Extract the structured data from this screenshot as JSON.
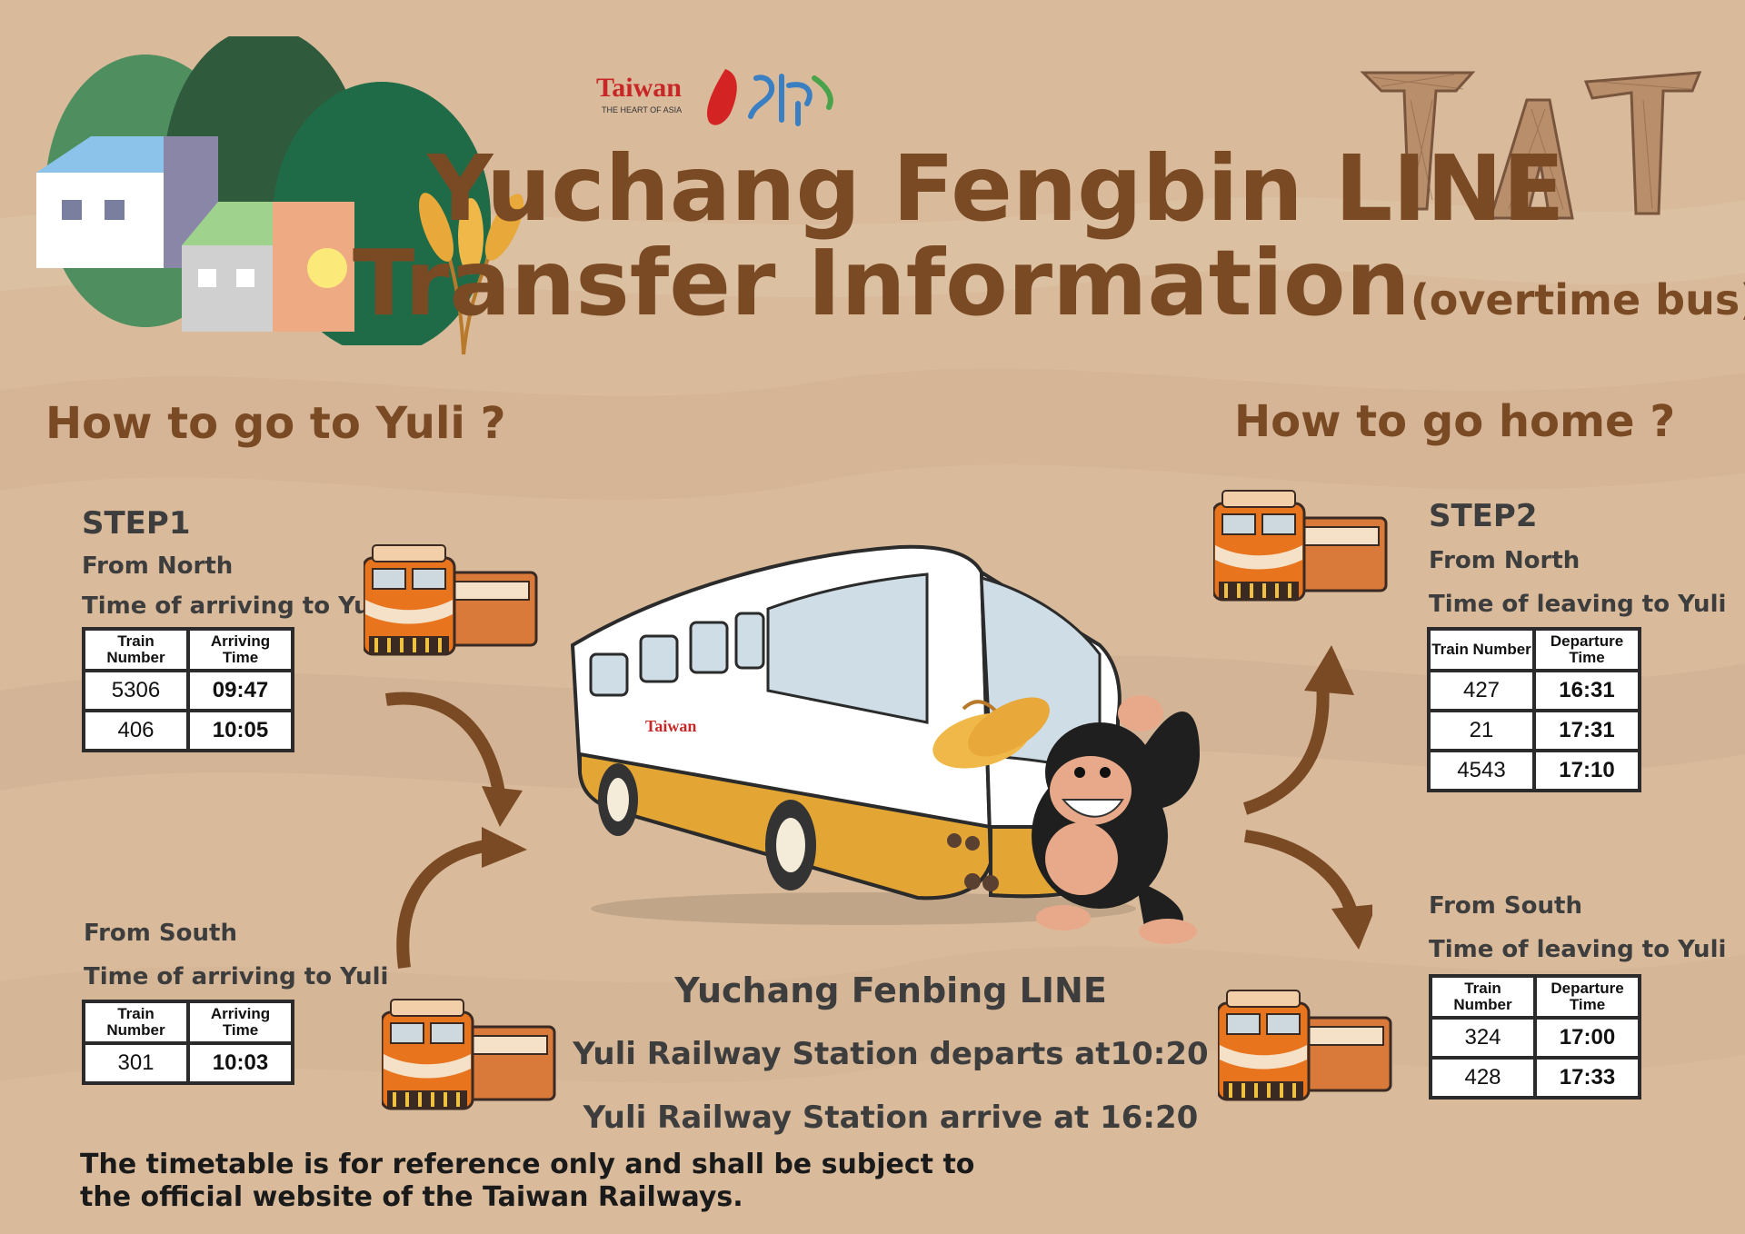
{
  "brand": {
    "name": "Taiwan",
    "tagline": "THE HEART OF ASIA"
  },
  "title": {
    "line1": "Yuchang Fengbin LINE",
    "line2": "Transfer Information",
    "suffix": "(overtime bus)"
  },
  "left": {
    "heading": "How to go to Yuli ?",
    "step": "STEP1",
    "north": {
      "label": "From North",
      "sub": "Time of arriving to Yuli",
      "headers": [
        "Train Number",
        "Arriving Time"
      ],
      "rows": [
        [
          "5306",
          "09:47"
        ],
        [
          "406",
          "10:05"
        ]
      ]
    },
    "south": {
      "label": "From South",
      "sub": "Time of arriving to Yuli",
      "headers": [
        "Train Number",
        "Arriving Time"
      ],
      "rows": [
        [
          "301",
          "10:03"
        ]
      ]
    }
  },
  "right": {
    "heading": "How to go home ?",
    "step": "STEP2",
    "north": {
      "label": "From North",
      "sub": "Time of leaving to Yuli",
      "headers": [
        "Train Number",
        "Departure Time"
      ],
      "rows": [
        [
          "427",
          "16:31"
        ],
        [
          "21",
          "17:31"
        ],
        [
          "4543",
          "17:10"
        ]
      ]
    },
    "south": {
      "label": "From South",
      "sub": "Time of leaving to Yuli",
      "headers": [
        "Train Number",
        "Departure Time"
      ],
      "rows": [
        [
          "324",
          "17:00"
        ],
        [
          "428",
          "17:33"
        ]
      ]
    }
  },
  "center": {
    "line_name": "Yuchang Fenbing LINE",
    "depart": "Yuli Railway Station departs at10:20",
    "arrive": "Yuli Railway Station arrive at 16:20"
  },
  "note": {
    "line1": "The timetable is for reference only and shall be subject to",
    "line2": "the official website of the Taiwan Railways."
  },
  "colors": {
    "background": "#d9bb9c",
    "heading": "#7a4a24",
    "train_orange": "#e8741e",
    "bus_yellow": "#e3a634",
    "arrow": "#7a4a24"
  }
}
